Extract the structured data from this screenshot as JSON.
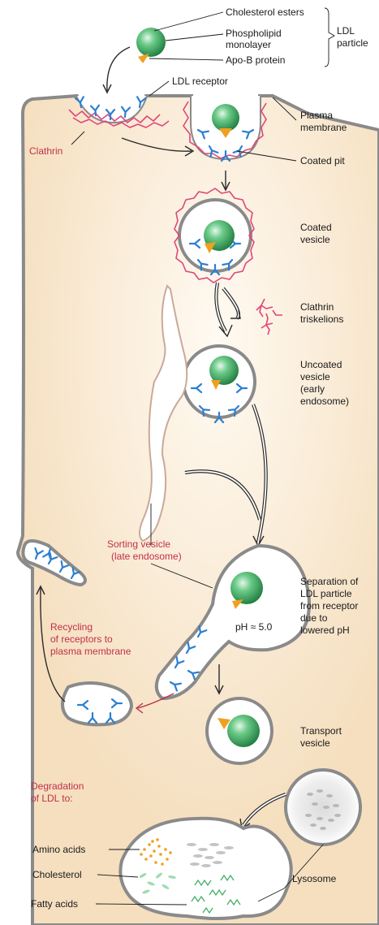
{
  "labels": {
    "cholesterol_esters": "Cholesterol esters",
    "phospholipid_1": "Phospholipid",
    "phospholipid_2": "monolayer",
    "apo_b": "Apo-B protein",
    "ldl_particle_1": "LDL",
    "ldl_particle_2": "particle",
    "ldl_receptor": "LDL receptor",
    "plasma_membrane_1": "Plasma",
    "plasma_membrane_2": "membrane",
    "clathrin": "Clathrin",
    "coated_pit": "Coated pit",
    "coated_vesicle_1": "Coated",
    "coated_vesicle_2": "vesicle",
    "clathrin_triskelions_1": "Clathrin",
    "clathrin_triskelions_2": "triskelions",
    "uncoated_vesicle_1": "Uncoated",
    "uncoated_vesicle_2": "vesicle",
    "uncoated_vesicle_3": "(early",
    "uncoated_vesicle_4": "endosome)",
    "sorting_vesicle_1": "Sorting vesicle",
    "sorting_vesicle_2": "(late endosome)",
    "separation_1": "Separation of",
    "separation_2": "LDL particle",
    "separation_3": "from receptor",
    "separation_4": "due to",
    "separation_5": "lowered pH",
    "ph": "pH ≈ 5.0",
    "recycling_1": "Recycling",
    "recycling_2": "of receptors to",
    "recycling_3": "plasma membrane",
    "transport_vesicle_1": "Transport",
    "transport_vesicle_2": "vesicle",
    "degradation_1": "Degradation",
    "degradation_2": "of LDL to:",
    "amino_acids": "Amino acids",
    "cholesterol": "Cholesterol",
    "fatty_acids": "Fatty acids",
    "lysosome": "Lysosome"
  },
  "colors": {
    "cytoplasm": "#f5dfbf",
    "membrane": "#8a8a8a",
    "receptor": "#2c7fd0",
    "clathrin": "#e0457a",
    "ldl_particle": "#2e9a54",
    "apo_b": "#f0a020",
    "amino_acid_dots": "#f0a020",
    "cholesterol_marks": "#7fcf9a",
    "fatty_acid_marks": "#3fae66"
  }
}
